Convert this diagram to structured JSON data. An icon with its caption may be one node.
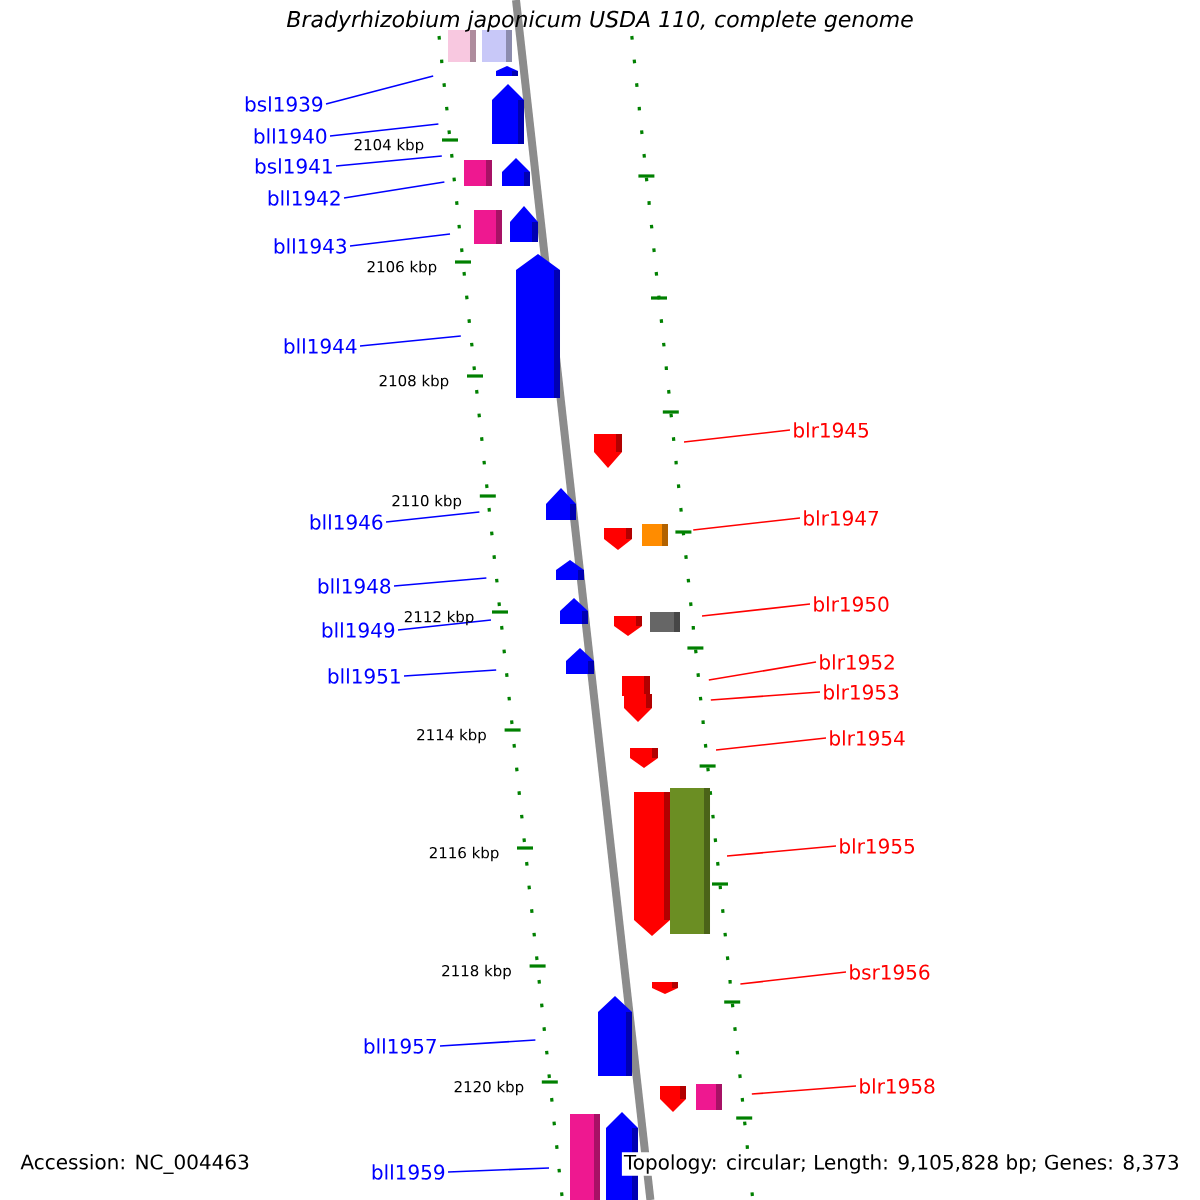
{
  "diagram": {
    "title": "Bradyrhizobium japonicum USDA 110, complete genome",
    "nodes": [
      {
        "text": [
          "bsl1939"
        ]
      },
      {
        "text": [
          "bll1940"
        ]
      },
      {
        "text": [
          "bsl1941"
        ]
      },
      {
        "text": [
          "bll1942"
        ]
      },
      {
        "text": [
          "bll1943"
        ]
      },
      {
        "text": [
          "bll1944"
        ]
      },
      {
        "text": [
          "blr1945"
        ]
      },
      {
        "text": [
          "bll1946"
        ]
      },
      {
        "text": [
          "blr1947"
        ]
      },
      {
        "text": [
          "bll1948"
        ]
      },
      {
        "text": [
          "bll1949"
        ]
      },
      {
        "text": [
          "blr1950"
        ]
      },
      {
        "text": [
          "bll1951"
        ]
      },
      {
        "text": [
          "blr1952"
        ]
      },
      {
        "text": [
          "blr1953"
        ]
      },
      {
        "text": [
          "blr1954"
        ]
      },
      {
        "text": [
          "blr1955"
        ]
      },
      {
        "text": [
          "bsr1956"
        ]
      },
      {
        "text": [
          "bll1957"
        ]
      },
      {
        "text": [
          "blr1958"
        ]
      },
      {
        "text": [
          "bll1959"
        ]
      }
    ],
    "edges": [
      {
        "from": 0,
        "to": null,
        "arrow": "none",
        "color": "#0000ff"
      },
      {
        "from": 1,
        "to": null,
        "arrow": "none",
        "color": "#0000ff"
      },
      {
        "from": 2,
        "to": null,
        "arrow": "none",
        "color": "#0000ff"
      },
      {
        "from": 3,
        "to": null,
        "arrow": "none",
        "color": "#0000ff"
      },
      {
        "from": 4,
        "to": null,
        "arrow": "none",
        "color": "#0000ff"
      },
      {
        "from": 5,
        "to": null,
        "arrow": "none",
        "color": "#0000ff"
      },
      {
        "from": 6,
        "to": null,
        "arrow": "none",
        "color": "#ff0000"
      },
      {
        "from": 7,
        "to": null,
        "arrow": "none",
        "color": "#0000ff"
      },
      {
        "from": 8,
        "to": null,
        "arrow": "none",
        "color": "#ff0000"
      },
      {
        "from": 9,
        "to": null,
        "arrow": "none",
        "color": "#0000ff"
      },
      {
        "from": 10,
        "to": null,
        "arrow": "none",
        "color": "#0000ff"
      },
      {
        "from": 11,
        "to": null,
        "arrow": "none",
        "color": "#ff0000"
      },
      {
        "from": 12,
        "to": null,
        "arrow": "none",
        "color": "#0000ff"
      },
      {
        "from": 13,
        "to": null,
        "arrow": "none",
        "color": "#ff0000"
      },
      {
        "from": 14,
        "to": null,
        "arrow": "none",
        "color": "#ff0000"
      },
      {
        "from": 15,
        "to": null,
        "arrow": "none",
        "color": "#ff0000"
      },
      {
        "from": 16,
        "to": null,
        "arrow": "none",
        "color": "#ff0000"
      },
      {
        "from": 17,
        "to": null,
        "arrow": "none",
        "color": "#ff0000"
      },
      {
        "from": 18,
        "to": null,
        "arrow": "none",
        "color": "#0000ff"
      },
      {
        "from": 19,
        "to": null,
        "arrow": "none",
        "color": "#ff0000"
      },
      {
        "from": 20,
        "to": null,
        "arrow": "none",
        "color": "#0000ff"
      }
    ],
    "labels": [
      "2104 kbp",
      "2106 kbp",
      "2108 kbp",
      "2110 kbp",
      "2112 kbp",
      "2114 kbp",
      "2116 kbp",
      "2118 kbp",
      "2120 kbp",
      "Accession: NC_004463",
      "Topology: circular; Length: 9,105,828 bp; Genes: 8,373"
    ]
  }
}
